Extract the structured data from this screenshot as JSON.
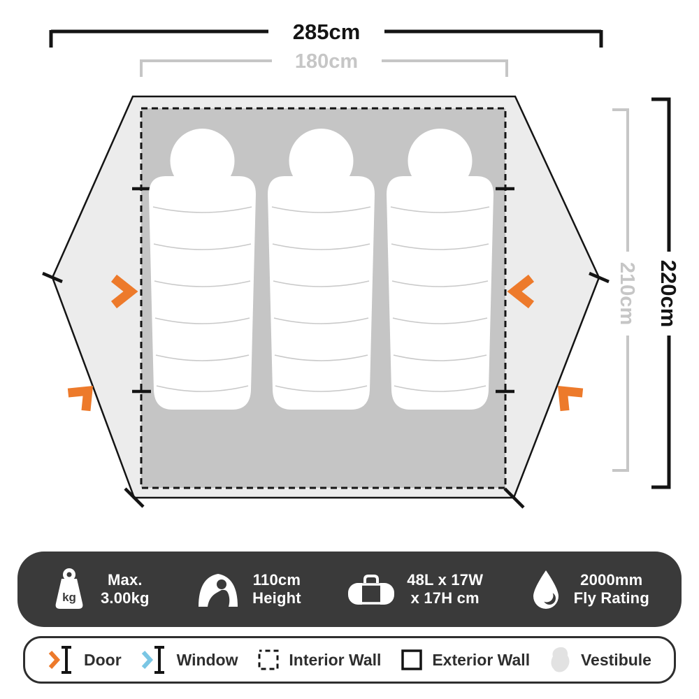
{
  "diagram": {
    "outer_width_label": "285cm",
    "inner_width_label": "180cm",
    "outer_depth_label": "220cm",
    "inner_depth_label": "210cm",
    "sleeping_bag_count": 3,
    "colors": {
      "door_orange": "#ED7A2B",
      "window_blue": "#7AC6E4",
      "tent_fill": "#ECECEC",
      "interior_fill": "#C5C5C5",
      "outline": "#141414",
      "dim_gray": "#C6C6C6",
      "bar_dark": "#3A3A3A",
      "vestibule_gray": "#E2E2E2"
    }
  },
  "specs": {
    "items": [
      {
        "icon": "weight-kg-icon",
        "line1": "Max.",
        "line2": "3.00kg",
        "badge": "kg"
      },
      {
        "icon": "tent-height-icon",
        "line1": "110cm",
        "line2": "Height"
      },
      {
        "icon": "duffel-bag-icon",
        "line1": "48L x 17W",
        "line2": "x 17H cm"
      },
      {
        "icon": "water-drop-icon",
        "line1": "2000mm",
        "line2": "Fly Rating"
      }
    ]
  },
  "legend": {
    "items": [
      {
        "icon": "door-icon",
        "label": "Door"
      },
      {
        "icon": "window-icon",
        "label": "Window"
      },
      {
        "icon": "interior-wall-icon",
        "label": "Interior Wall"
      },
      {
        "icon": "exterior-wall-icon",
        "label": "Exterior Wall"
      },
      {
        "icon": "vestibule-icon",
        "label": "Vestibule"
      }
    ]
  }
}
